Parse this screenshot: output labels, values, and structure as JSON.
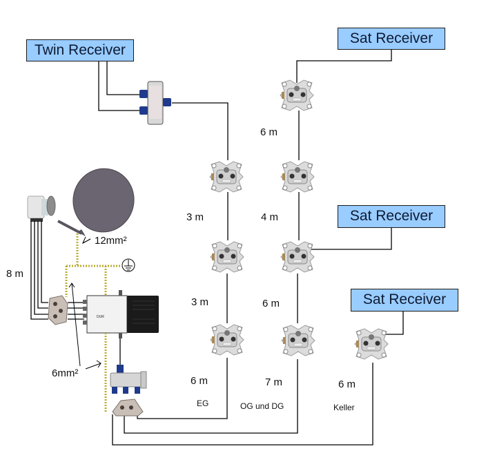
{
  "diagram": {
    "title": "Satellite distribution wiring",
    "receivers": {
      "twin": "Twin Receiver",
      "sat_top": "Sat Receiver",
      "sat_middle": "Sat Receiver",
      "sat_keller": "Sat Receiver"
    },
    "cable_lengths": {
      "lnb_to_multiswitch": "8 m",
      "top_right_segment": "6 m",
      "left_upper_segment": "3 m",
      "middle_upper_segment": "4 m",
      "left_middle_segment": "3 m",
      "middle_middle_segment": "6 m",
      "eg_feed": "6 m",
      "og_dg_feed": "7 m",
      "keller_feed": "6 m"
    },
    "floors": {
      "eg": "EG",
      "og_dg": "OG und DG",
      "keller": "Keller"
    },
    "grounding": {
      "dish_wire": "12mm²",
      "equipment_wire": "6mm²",
      "wire_color": "#c8c04a"
    },
    "colors": {
      "receiver_fill": "#99ccff",
      "line": "#000000",
      "connector_blue": "#1f3a8c"
    }
  }
}
